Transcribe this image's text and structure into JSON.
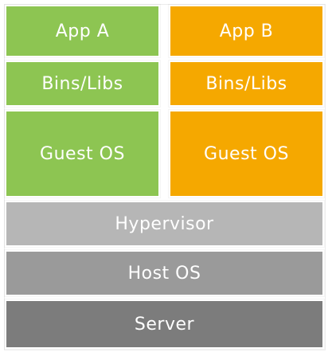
{
  "stack": {
    "column_a": {
      "app": "App A",
      "bins": "Bins/Libs",
      "guest_os": "Guest OS"
    },
    "column_b": {
      "app": "App B",
      "bins": "Bins/Libs",
      "guest_os": "Guest OS"
    },
    "hypervisor": "Hypervisor",
    "host_os": "Host OS",
    "server": "Server"
  },
  "colors": {
    "green": "#8dc552",
    "orange": "#f5a800",
    "gray_light": "#b6b6b6",
    "gray_mid": "#9a9a9a",
    "gray_dark": "#7c7c7c",
    "text": "#ffffff"
  }
}
